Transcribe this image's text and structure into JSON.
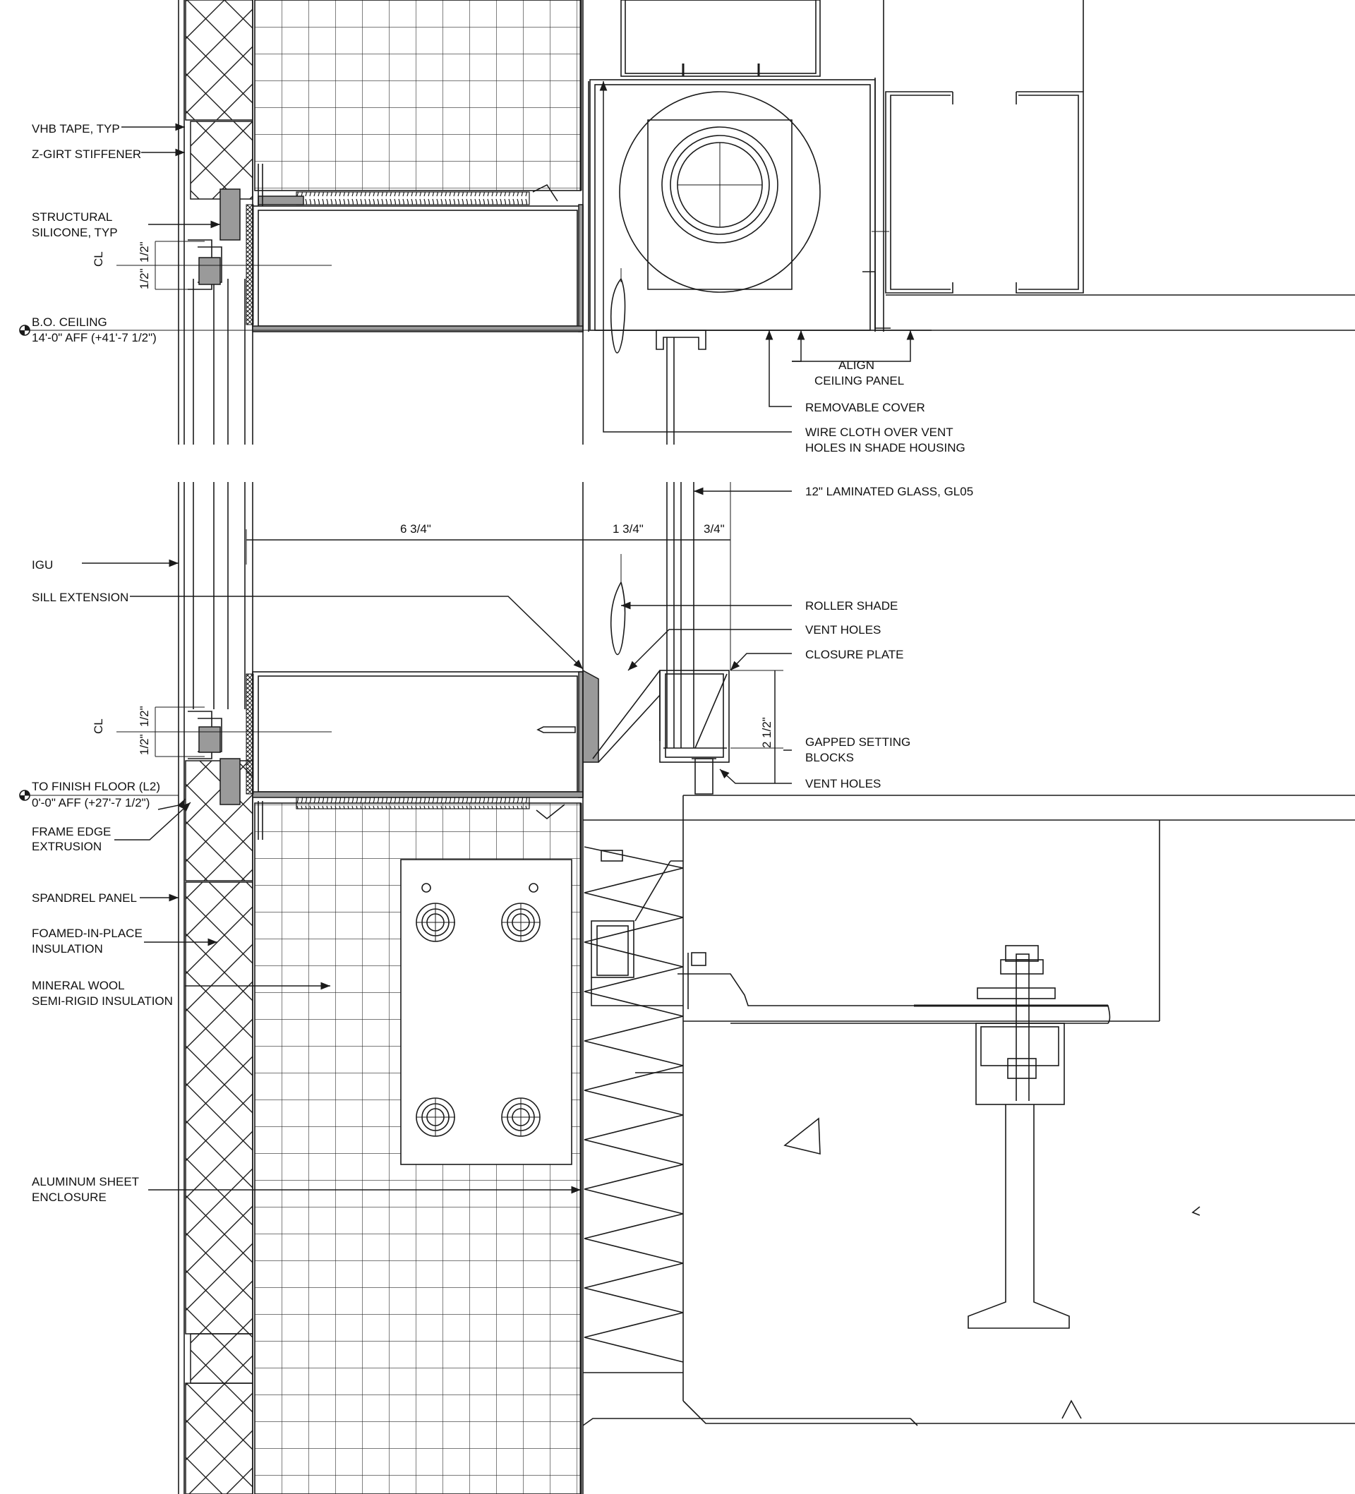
{
  "notes": {
    "vhb_tape": "VHB TAPE, TYP",
    "z_girt": "Z-GIRT STIFFENER",
    "struct_silicone_1": "STRUCTURAL",
    "struct_silicone_2": "SILICONE, TYP",
    "bo_ceiling_1": "B.O. CEILING",
    "bo_ceiling_2": "14'-0\" AFF (+41'-7 1/2\")",
    "align_1": "ALIGN",
    "align_2": "CEILING PANEL",
    "removable_cover": "REMOVABLE COVER",
    "wire_cloth_1": "WIRE CLOTH OVER VENT",
    "wire_cloth_2": "HOLES IN SHADE HOUSING",
    "laminated_glass": "12\" LAMINATED GLASS, GL05",
    "igu": "IGU",
    "sill_extension": "SILL EXTENSION",
    "roller_shade": "ROLLER SHADE",
    "vent_holes_1": "VENT HOLES",
    "closure_plate": "CLOSURE PLATE",
    "gapped_1": "GAPPED SETTING",
    "gapped_2": "BLOCKS",
    "vent_holes_2": "VENT HOLES",
    "finish_floor_1": "TO FINISH FLOOR (L2)",
    "finish_floor_2": "0'-0\" AFF (+27'-7 1/2\")",
    "frame_edge_1": "FRAME EDGE",
    "frame_edge_2": "EXTRUSION",
    "spandrel_panel": "SPANDREL PANEL",
    "foamed_1": "FOAMED-IN-PLACE",
    "foamed_2": "INSULATION",
    "mineral_1": "MINERAL WOOL",
    "mineral_2": "SEMI-RIGID INSULATION",
    "aluminum_1": "ALUMINUM SHEET",
    "aluminum_2": "ENCLOSURE"
  },
  "dimensions": {
    "d_6_3_4": "6 3/4\"",
    "d_1_3_4": "1 3/4\"",
    "d_3_4": "3/4\"",
    "d_2_1_2": "2 1/2\"",
    "half_inch": "1/2\"",
    "centerline": "CL"
  }
}
